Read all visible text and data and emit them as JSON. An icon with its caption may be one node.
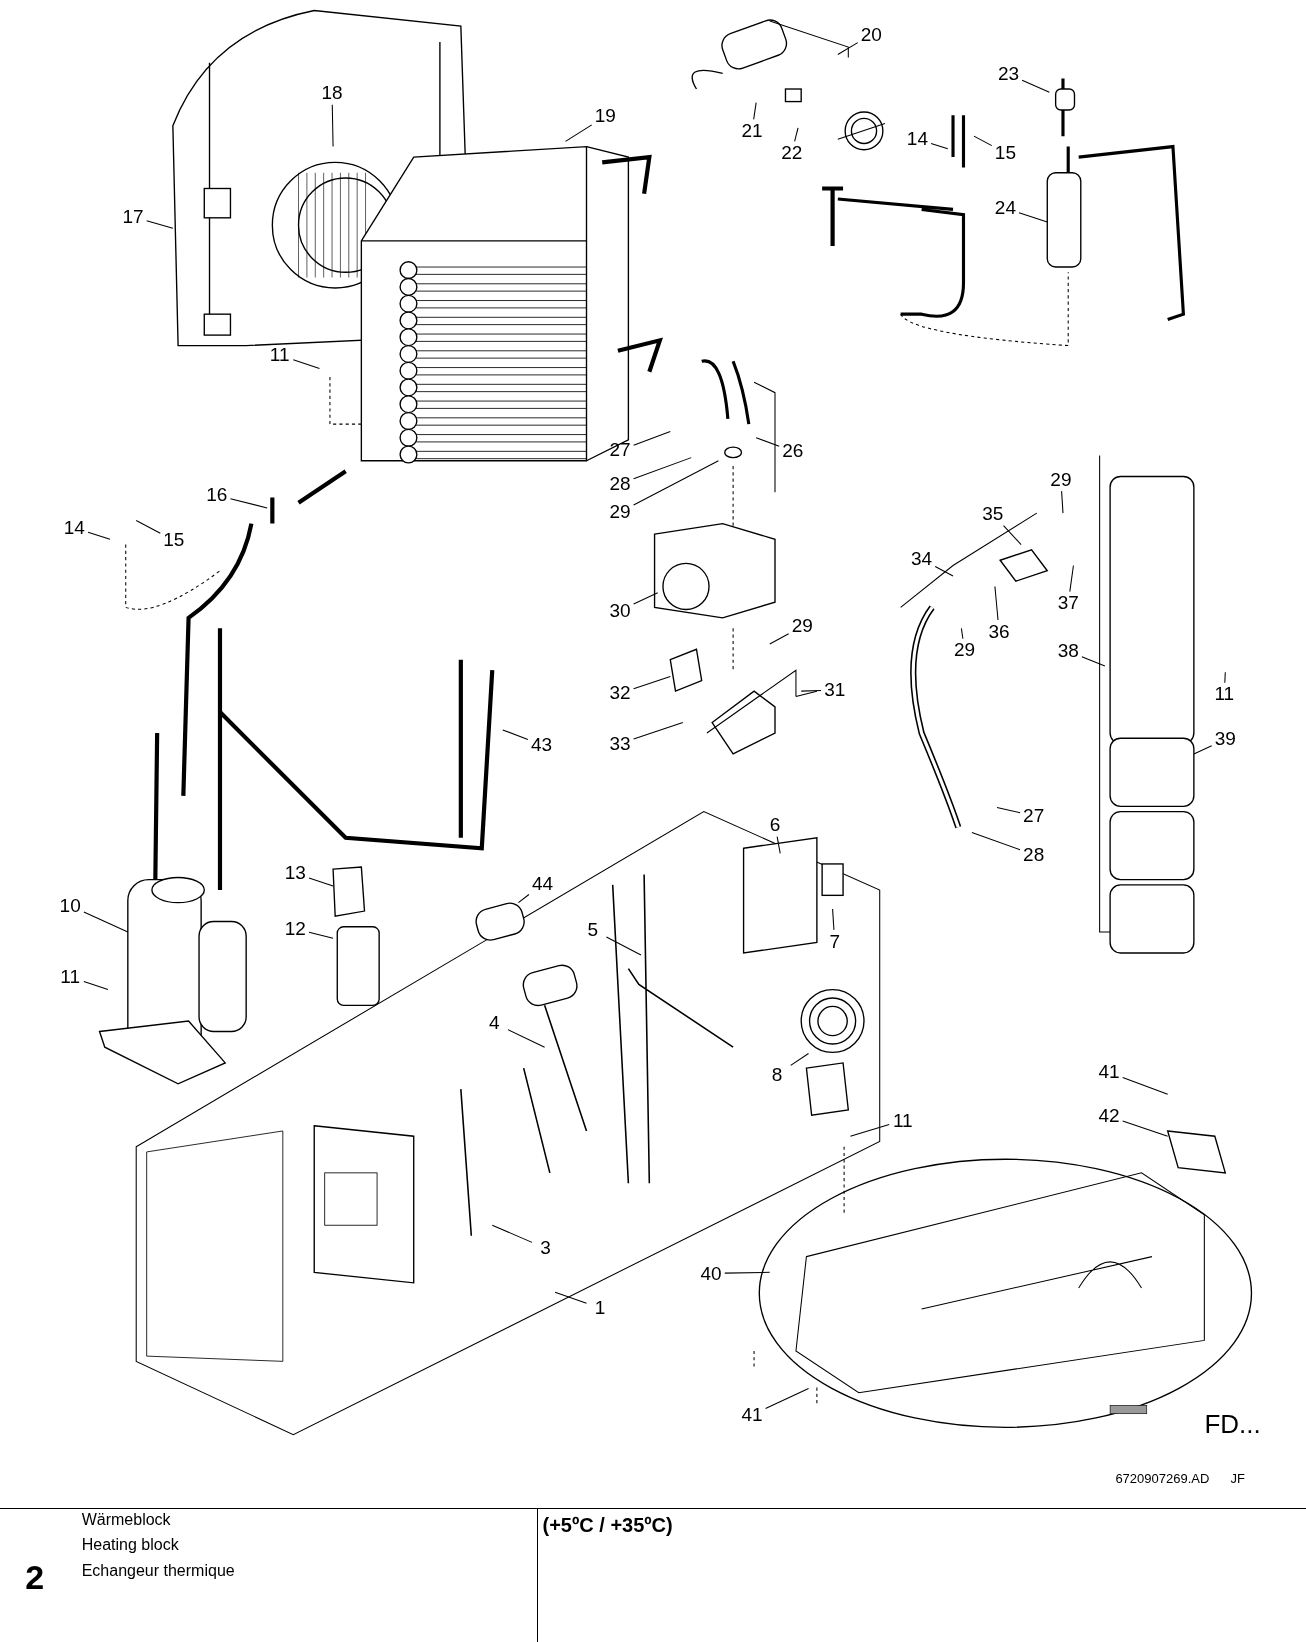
{
  "diagram": {
    "nodes": [
      {
        "text": [
          "20"
        ]
      },
      {
        "text": [
          "21"
        ]
      },
      {
        "text": [
          "22"
        ]
      },
      {
        "text": [
          "23"
        ]
      },
      {
        "text": [
          "14"
        ]
      },
      {
        "text": [
          "15"
        ]
      },
      {
        "text": [
          "24"
        ]
      },
      {
        "text": [
          "18"
        ]
      },
      {
        "text": [
          "19"
        ]
      },
      {
        "text": [
          "17"
        ]
      },
      {
        "text": [
          "11"
        ]
      },
      {
        "text": [
          "16"
        ]
      },
      {
        "text": [
          "14"
        ]
      },
      {
        "text": [
          "15"
        ]
      },
      {
        "text": [
          "27"
        ]
      },
      {
        "text": [
          "28"
        ]
      },
      {
        "text": [
          "29"
        ]
      },
      {
        "text": [
          "26"
        ]
      },
      {
        "text": [
          "30"
        ]
      },
      {
        "text": [
          "29"
        ]
      },
      {
        "text": [
          "32"
        ]
      },
      {
        "text": [
          "31"
        ]
      },
      {
        "text": [
          "33"
        ]
      },
      {
        "text": [
          "34"
        ]
      },
      {
        "text": [
          "35"
        ]
      },
      {
        "text": [
          "29"
        ]
      },
      {
        "text": [
          "36"
        ]
      },
      {
        "text": [
          "29"
        ]
      },
      {
        "text": [
          "37"
        ]
      },
      {
        "text": [
          "38"
        ]
      },
      {
        "text": [
          "11"
        ]
      },
      {
        "text": [
          "39"
        ]
      },
      {
        "text": [
          "27"
        ]
      },
      {
        "text": [
          "28"
        ]
      },
      {
        "text": [
          "43"
        ]
      },
      {
        "text": [
          "13"
        ]
      },
      {
        "text": [
          "12"
        ]
      },
      {
        "text": [
          "10"
        ]
      },
      {
        "text": [
          "11"
        ]
      },
      {
        "text": [
          "44"
        ]
      },
      {
        "text": [
          "6"
        ]
      },
      {
        "text": [
          "7"
        ]
      },
      {
        "text": [
          "5"
        ]
      },
      {
        "text": [
          "4"
        ]
      },
      {
        "text": [
          "8"
        ]
      },
      {
        "text": [
          "41"
        ]
      },
      {
        "text": [
          "42"
        ]
      },
      {
        "text": [
          "11"
        ]
      },
      {
        "text": [
          "3"
        ]
      },
      {
        "text": [
          "40"
        ]
      },
      {
        "text": [
          "1"
        ]
      },
      {
        "text": [
          "41"
        ]
      }
    ],
    "edges": [
      {
        "from": 0,
        "to": null,
        "arrow": "none"
      },
      {
        "from": 1,
        "to": null,
        "arrow": "none"
      },
      {
        "from": 2,
        "to": null,
        "arrow": "none"
      },
      {
        "from": 3,
        "to": null,
        "arrow": "none"
      },
      {
        "from": 4,
        "to": null,
        "arrow": "none"
      },
      {
        "from": 5,
        "to": null,
        "arrow": "none"
      },
      {
        "from": 6,
        "to": null,
        "arrow": "none"
      },
      {
        "from": 7,
        "to": null,
        "arrow": "none"
      },
      {
        "from": 8,
        "to": null,
        "arrow": "none"
      },
      {
        "from": 9,
        "to": null,
        "arrow": "none"
      },
      {
        "from": 10,
        "to": null,
        "arrow": "none"
      },
      {
        "from": 11,
        "to": null,
        "arrow": "none"
      },
      {
        "from": 12,
        "to": null,
        "arrow": "none"
      },
      {
        "from": 13,
        "to": null,
        "arrow": "none"
      },
      {
        "from": 14,
        "to": null,
        "arrow": "none"
      },
      {
        "from": 15,
        "to": null,
        "arrow": "none"
      },
      {
        "from": 16,
        "to": null,
        "arrow": "none"
      },
      {
        "from": 17,
        "to": null,
        "arrow": "none"
      },
      {
        "from": 18,
        "to": null,
        "arrow": "none"
      },
      {
        "from": 19,
        "to": null,
        "arrow": "none"
      },
      {
        "from": 20,
        "to": null,
        "arrow": "none"
      },
      {
        "from": 21,
        "to": null,
        "arrow": "none"
      },
      {
        "from": 22,
        "to": null,
        "arrow": "none"
      },
      {
        "from": 23,
        "to": null,
        "arrow": "none"
      },
      {
        "from": 24,
        "to": null,
        "arrow": "none"
      },
      {
        "from": 25,
        "to": null,
        "arrow": "none"
      },
      {
        "from": 26,
        "to": null,
        "arrow": "none"
      },
      {
        "from": 27,
        "to": null,
        "arrow": "none"
      },
      {
        "from": 28,
        "to": null,
        "arrow": "none"
      },
      {
        "from": 29,
        "to": null,
        "arrow": "none"
      },
      {
        "from": 30,
        "to": null,
        "arrow": "none"
      },
      {
        "from": 31,
        "to": null,
        "arrow": "none"
      },
      {
        "from": 32,
        "to": null,
        "arrow": "none"
      },
      {
        "from": 33,
        "to": null,
        "arrow": "none"
      },
      {
        "from": 34,
        "to": null,
        "arrow": "none"
      },
      {
        "from": 35,
        "to": null,
        "arrow": "none"
      },
      {
        "from": 36,
        "to": null,
        "arrow": "none"
      },
      {
        "from": 37,
        "to": null,
        "arrow": "none"
      },
      {
        "from": 38,
        "to": null,
        "arrow": "none"
      },
      {
        "from": 39,
        "to": null,
        "arrow": "none"
      },
      {
        "from": 40,
        "to": null,
        "arrow": "none"
      },
      {
        "from": 41,
        "to": null,
        "arrow": "none"
      },
      {
        "from": 42,
        "to": null,
        "arrow": "none"
      },
      {
        "from": 43,
        "to": null,
        "arrow": "none"
      },
      {
        "from": 44,
        "to": null,
        "arrow": "none"
      },
      {
        "from": 45,
        "to": null,
        "arrow": "none"
      },
      {
        "from": 46,
        "to": null,
        "arrow": "none"
      },
      {
        "from": 47,
        "to": null,
        "arrow": "none"
      },
      {
        "from": 48,
        "to": null,
        "arrow": "none"
      },
      {
        "from": 49,
        "to": null,
        "arrow": "none"
      },
      {
        "from": 50,
        "to": null,
        "arrow": "none"
      },
      {
        "from": 51,
        "to": null,
        "arrow": "none"
      }
    ],
    "labels": [
      "FD...",
      "6720907269.AD",
      "JF",
      "2",
      "Wärmeblock",
      "Heating block",
      "Echangeur thermique",
      "(+5ºC / +35ºC)"
    ]
  }
}
